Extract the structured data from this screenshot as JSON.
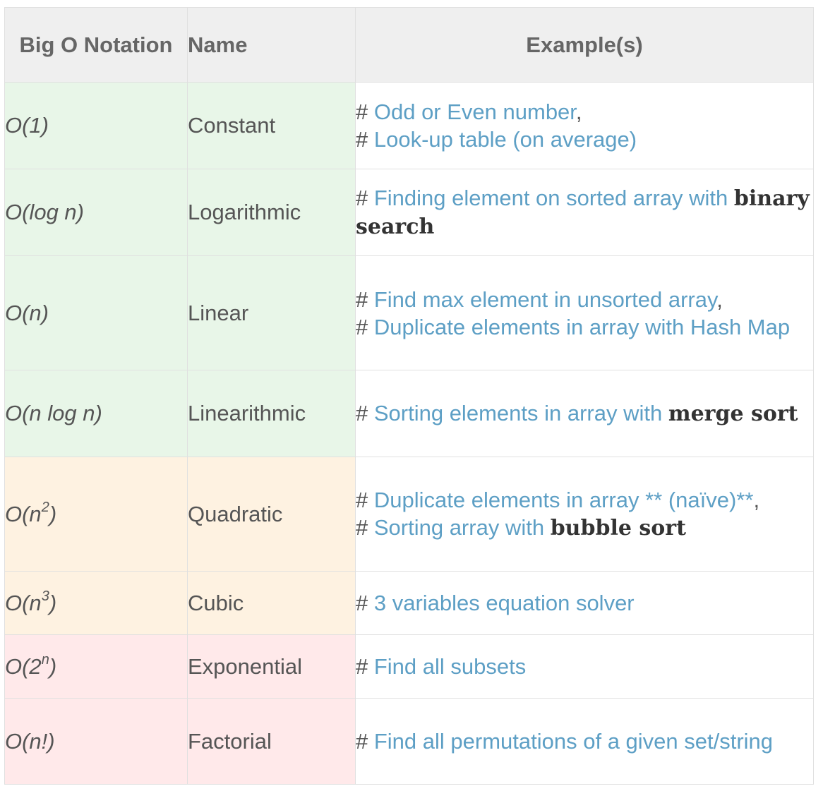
{
  "headers": {
    "notation": "Big O Notation",
    "name": "Name",
    "examples": "Example(s)"
  },
  "rows": [
    {
      "notation": "O(1)",
      "name": "Constant",
      "parts": [
        {
          "t": "# ",
          "c": "plain"
        },
        {
          "t": "Odd or Even number",
          "c": "link"
        },
        {
          "t": ",",
          "c": "plain"
        },
        {
          "br": true
        },
        {
          "t": "# ",
          "c": "plain"
        },
        {
          "t": "Look-up table (on average)",
          "c": "link"
        }
      ]
    },
    {
      "notation": "O(log n)",
      "name": "Logarithmic",
      "parts": [
        {
          "t": "# ",
          "c": "plain"
        },
        {
          "t": "Finding element on sorted array with",
          "c": "link"
        },
        {
          "t": " ",
          "c": "plain"
        },
        {
          "t": "binary search",
          "c": "bold"
        }
      ]
    },
    {
      "notation": "O(n)",
      "name": "Linear",
      "parts": [
        {
          "t": "# ",
          "c": "plain"
        },
        {
          "t": "Find max element in unsorted array",
          "c": "link"
        },
        {
          "t": ",",
          "c": "plain"
        },
        {
          "br": true
        },
        {
          "t": "# ",
          "c": "plain"
        },
        {
          "t": "Duplicate elements in array with Hash Map",
          "c": "link"
        }
      ]
    },
    {
      "notation": "O(n log n)",
      "name": "Linearithmic",
      "parts": [
        {
          "t": "# ",
          "c": "plain"
        },
        {
          "t": "Sorting elements in array with",
          "c": "link"
        },
        {
          "t": " ",
          "c": "plain"
        },
        {
          "t": "merge sort",
          "c": "bold"
        }
      ]
    },
    {
      "notation": "O(n",
      "sup": "2",
      "notation_end": ")",
      "name": "Quadratic",
      "parts": [
        {
          "t": "# ",
          "c": "plain"
        },
        {
          "t": "Duplicate elements in array ** (naïve)**",
          "c": "link"
        },
        {
          "t": ",",
          "c": "plain"
        },
        {
          "br": true
        },
        {
          "t": "# ",
          "c": "plain"
        },
        {
          "t": "Sorting array with",
          "c": "link"
        },
        {
          "t": " ",
          "c": "plain"
        },
        {
          "t": "bubble sort",
          "c": "bold"
        }
      ]
    },
    {
      "notation": "O(n",
      "sup": "3",
      "notation_end": ")",
      "name": "Cubic",
      "parts": [
        {
          "t": "# ",
          "c": "plain"
        },
        {
          "t": "3 variables equation solver",
          "c": "link"
        }
      ]
    },
    {
      "notation": "O(2",
      "sup": "n",
      "notation_end": ")",
      "name": "Exponential",
      "parts": [
        {
          "t": "# ",
          "c": "plain"
        },
        {
          "t": "Find all subsets",
          "c": "link"
        }
      ]
    },
    {
      "notation": "O(n!)",
      "name": "Factorial",
      "parts": [
        {
          "t": "# ",
          "c": "plain"
        },
        {
          "t": "Find all permutations of a given set/string",
          "c": "link"
        }
      ]
    }
  ],
  "colors": {
    "green": "#e8f6e8",
    "orange": "#fef2e1",
    "red": "#ffe9ea",
    "link": "#5d9fc5"
  }
}
